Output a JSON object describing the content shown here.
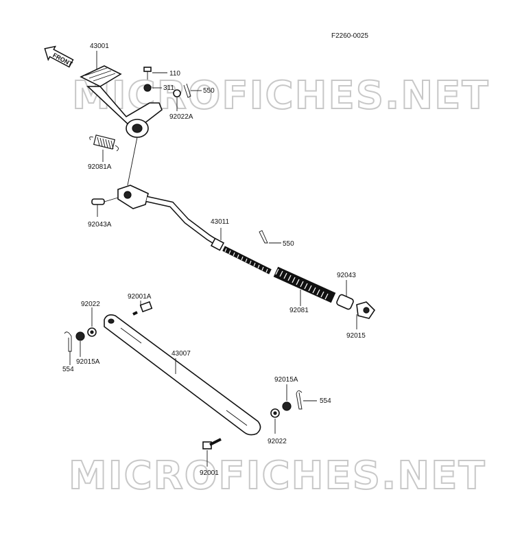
{
  "figure_code": "F2260-0025",
  "front_label": "FRONT",
  "watermark_text": "MICROFICHES.NET",
  "labels": {
    "p43001": "43001",
    "p110": "110",
    "p311": "311",
    "p550a": "550",
    "p92022A": "92022A",
    "p92081A": "92081A",
    "p92043A": "92043A",
    "p43011": "43011",
    "p550b": "550",
    "p92043": "92043",
    "p92081": "92081",
    "p92015": "92015",
    "p92022a": "92022",
    "p92001A": "92001A",
    "p554a": "554",
    "p92015Aa": "92015A",
    "p43007": "43007",
    "p92015Ab": "92015A",
    "p554b": "554",
    "p92022b": "92022",
    "p92001": "92001"
  }
}
